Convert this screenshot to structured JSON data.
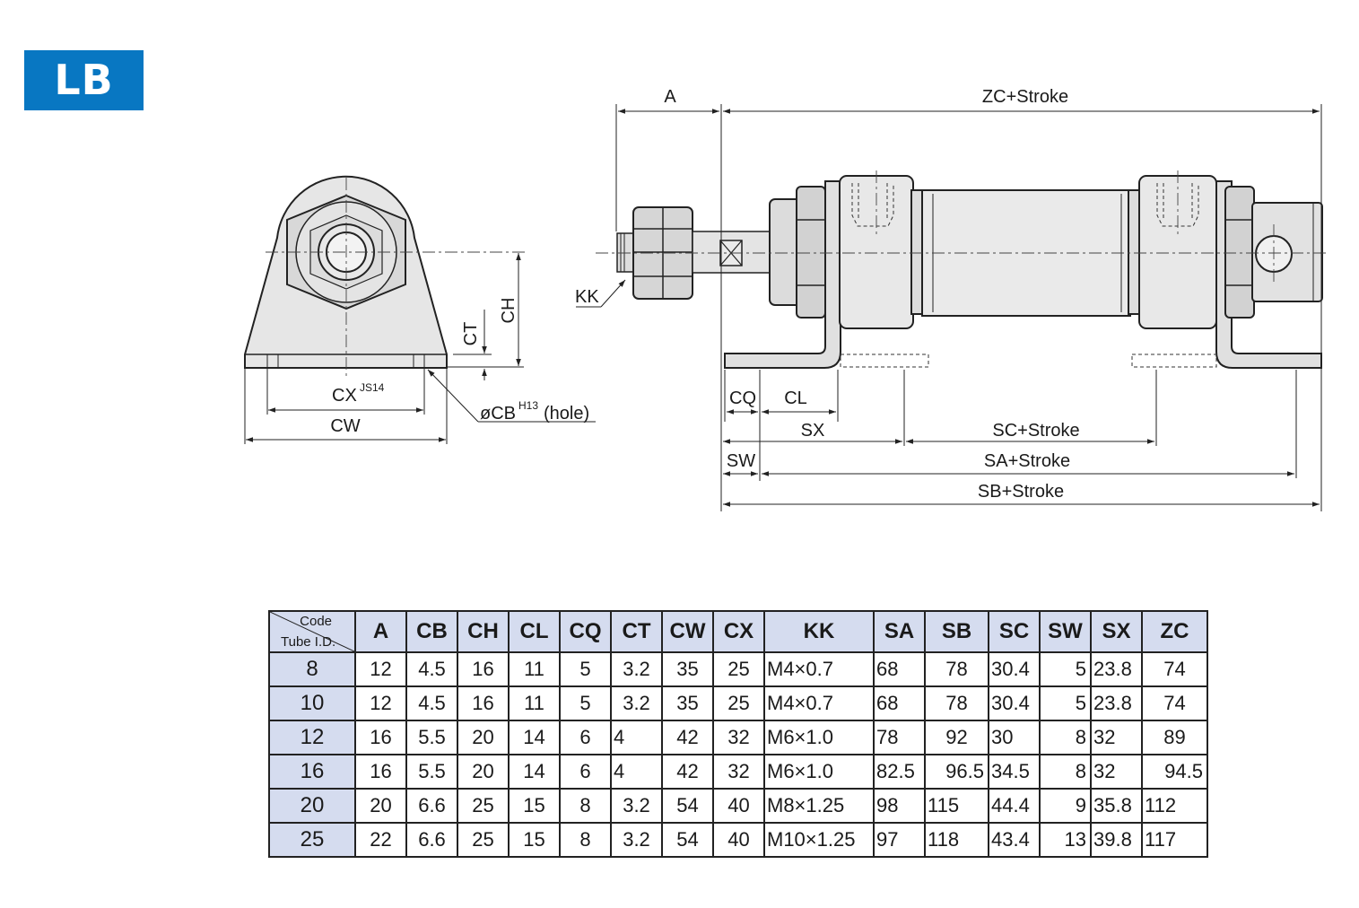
{
  "badge": "LB",
  "labels": {
    "A": "A",
    "ZC": "ZC+Stroke",
    "KK": "KK",
    "CT": "CT",
    "CH": "CH",
    "CX": "CX",
    "CX_sup": "JS14",
    "CW": "CW",
    "CB_pre": "øCB",
    "CB_sup": "H13",
    "CB_post": "(hole)",
    "CQ": "CQ",
    "CL": "CL",
    "SX": "SX",
    "SC": "SC+Stroke",
    "SW": "SW",
    "SA": "SA+Stroke",
    "SB": "SB+Stroke"
  },
  "table": {
    "corner_top": "Code",
    "corner_bottom": "Tube I.D.",
    "headers": [
      "A",
      "CB",
      "CH",
      "CL",
      "CQ",
      "CT",
      "CW",
      "CX",
      "KK",
      "SA",
      "SB",
      "SC",
      "SW",
      "SX",
      "ZC"
    ],
    "rows": [
      {
        "id": "8",
        "cells": [
          "12",
          "4.5",
          "16",
          "11",
          "5",
          "3.2",
          "35",
          "25",
          "M4×0.7",
          "68",
          "78",
          "30.4",
          "5",
          "23.8",
          "74"
        ]
      },
      {
        "id": "10",
        "cells": [
          "12",
          "4.5",
          "16",
          "11",
          "5",
          "3.2",
          "35",
          "25",
          "M4×0.7",
          "68",
          "78",
          "30.4",
          "5",
          "23.8",
          "74"
        ]
      },
      {
        "id": "12",
        "cells": [
          "16",
          "5.5",
          "20",
          "14",
          "6",
          "4",
          "42",
          "32",
          "M6×1.0",
          "78",
          "92",
          "30",
          "8",
          "32",
          "89"
        ]
      },
      {
        "id": "16",
        "cells": [
          "16",
          "5.5",
          "20",
          "14",
          "6",
          "4",
          "42",
          "32",
          "M6×1.0",
          "82.5",
          "96.5",
          "34.5",
          "8",
          "32",
          "94.5"
        ]
      },
      {
        "id": "20",
        "cells": [
          "20",
          "6.6",
          "25",
          "15",
          "8",
          "3.2",
          "54",
          "40",
          "M8×1.25",
          "98",
          "115",
          "44.4",
          "9",
          "35.8",
          "112"
        ]
      },
      {
        "id": "25",
        "cells": [
          "22",
          "6.6",
          "25",
          "15",
          "8",
          "3.2",
          "54",
          "40",
          "M10×1.25",
          "97",
          "118",
          "43.4",
          "13",
          "39.8",
          "117"
        ]
      }
    ]
  }
}
